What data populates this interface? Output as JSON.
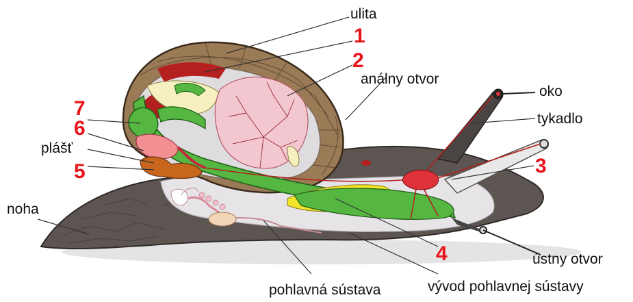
{
  "labels": {
    "ulita": "ulita",
    "analny_otvor": "análny otvor",
    "oko": "oko",
    "tykadlo": "tykadlo",
    "plast": "plášť",
    "noha": "noha",
    "ustny_otvor": "ústny otvor",
    "pohlavna_sustava": "pohlavná sústava",
    "vyvod_pohlavnej_sustavy": "vývod pohlavnej sústavy"
  },
  "numbers": {
    "n1": "1",
    "n2": "2",
    "n3": "3",
    "n4": "4",
    "n5": "5",
    "n6": "6",
    "n7": "7"
  },
  "colors": {
    "number_red": "#e8141b",
    "body_gray": "#5a5350",
    "shell_brown": "#9b7a56",
    "digestive_green": "#4caf3a",
    "lung_pink": "#f2c7cf",
    "foot_gray": "#6b625c"
  }
}
